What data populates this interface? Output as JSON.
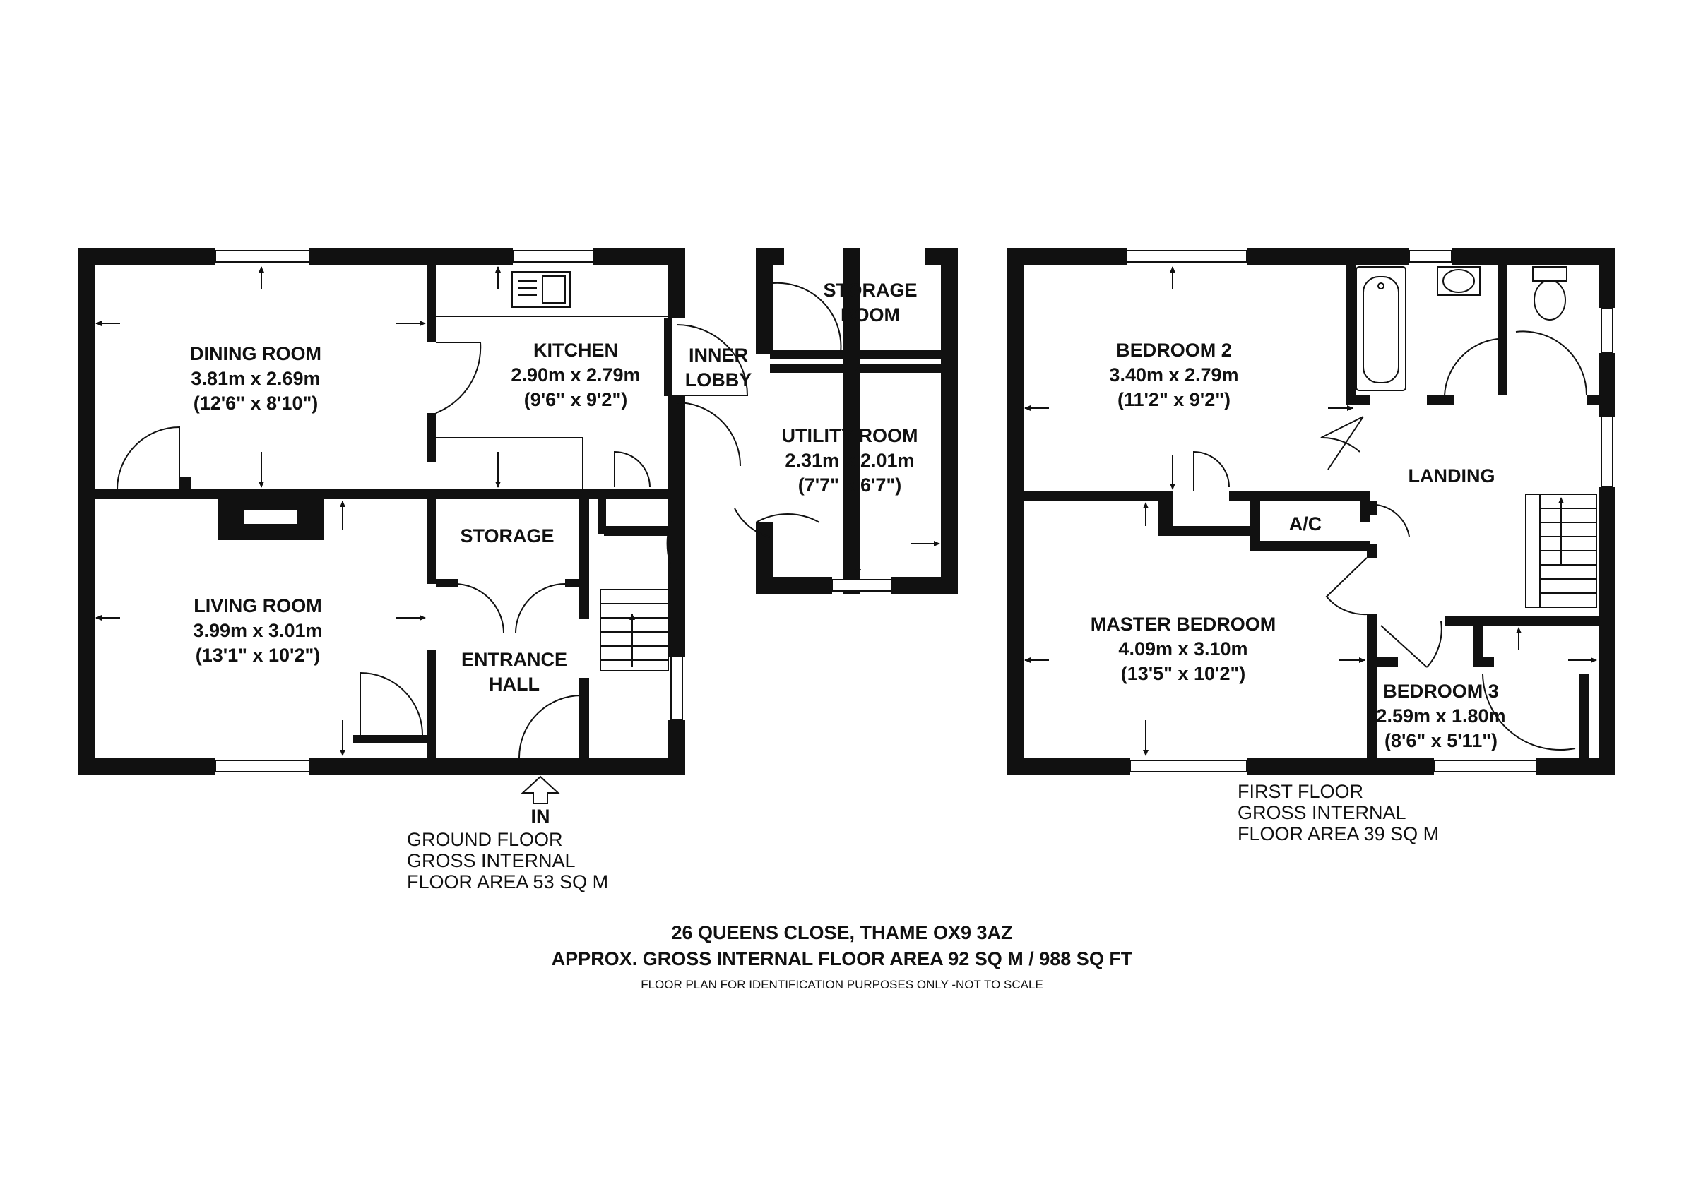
{
  "ground_floor": {
    "rooms": {
      "dining": {
        "name": "DINING ROOM",
        "metric": "3.81m x 2.69m",
        "imperial": "(12'6\" x 8'10\")"
      },
      "kitchen": {
        "name": "KITCHEN",
        "metric": "2.90m x 2.79m",
        "imperial": "(9'6\" x 9'2\")"
      },
      "inner_lobby": {
        "line1": "INNER",
        "line2": "LOBBY"
      },
      "storage_room": {
        "line1": "STORAGE",
        "line2": "ROOM"
      },
      "utility": {
        "name": "UTILITY ROOM",
        "metric": "2.31m x 2.01m",
        "imperial": "(7'7\" x 6'7\")"
      },
      "storage": {
        "name": "STORAGE"
      },
      "living": {
        "name": "LIVING ROOM",
        "metric": "3.99m x 3.01m",
        "imperial": "(13'1\" x 10'2\")"
      },
      "entrance_hall": {
        "line1": "ENTRANCE",
        "line2": "HALL"
      }
    },
    "entrance_label": "IN",
    "caption": [
      "GROUND FLOOR",
      "GROSS INTERNAL",
      "FLOOR AREA 53 SQ M"
    ]
  },
  "first_floor": {
    "rooms": {
      "bedroom2": {
        "name": "BEDROOM 2",
        "metric": "3.40m x 2.79m",
        "imperial": "(11'2\" x 9'2\")"
      },
      "landing": {
        "name": "LANDING"
      },
      "ac": {
        "name": "A/C"
      },
      "master": {
        "name": "MASTER BEDROOM",
        "metric": "4.09m x 3.10m",
        "imperial": "(13'5\" x 10'2\")"
      },
      "bedroom3": {
        "name": "BEDROOM 3",
        "metric": "2.59m x 1.80m",
        "imperial": "(8'6\" x 5'11\")"
      }
    },
    "caption": [
      "FIRST FLOOR",
      "GROSS INTERNAL",
      "FLOOR AREA 39 SQ M"
    ]
  },
  "footer": {
    "address": "26 QUEENS CLOSE, THAME OX9 3AZ",
    "total_area": "APPROX. GROSS INTERNAL FLOOR AREA 92 SQ M / 988 SQ FT",
    "disclaimer": "FLOOR PLAN FOR IDENTIFICATION PURPOSES ONLY -NOT TO SCALE"
  }
}
